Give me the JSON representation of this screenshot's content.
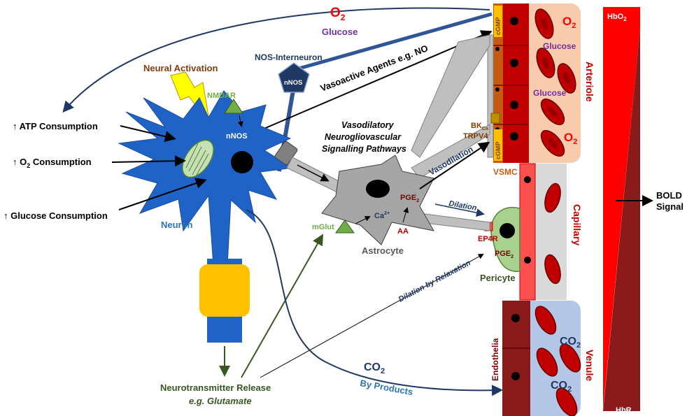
{
  "labels": {
    "o2_top": "O",
    "o2_top_sub": "2",
    "glucose_top": "Glucose",
    "nos_interneuron": "NOS-Interneuron",
    "nnos_pentagon": "nNOS",
    "neural_activation": "Neural Activation",
    "nmdar": "NMDAR",
    "nnos_neuron": "nNOS",
    "vasoactive": "Vasoactive Agents e.g. NO",
    "vasodilatory_1": "Vasodilatory",
    "vasodilatory_2": "Neurogliovascular",
    "vasodilatory_3": "Signalling Pathways",
    "atp": "↑ ATP Consumption",
    "o2_consumption_pre": "↑ O",
    "o2_consumption_sub": "2",
    "o2_consumption_post": " Consumption",
    "glucose_consumption": "↑ Glucose Consumption",
    "neuron": "Neuron",
    "astrocyte": "Astrocyte",
    "mglut": "mGlut",
    "ca": "Ca",
    "ca_sup": "2+",
    "pge2_astro": "PGE",
    "pge2_astro_sub": "2",
    "aa": "AA",
    "vasodilation": "Vasodilation",
    "dilation": "Dilation",
    "ep4r": "EP4R",
    "pge2_peri": "PGE",
    "pge2_peri_sub": "2",
    "pericyte": "Pericyte",
    "dilation_relax": "Dilation by Relaxation",
    "vsmc": "VSMC",
    "bk": "BK",
    "bk_sub": "Ca",
    "trpv4": "TRPV4",
    "cgmp_top": "cGMP",
    "cgmp_bottom": "cGMP",
    "o2_art1": "O",
    "o2_art1_sub": "2",
    "glucose_art1": "Glucose",
    "glucose_art2": "Glucose",
    "o2_art2": "O",
    "o2_art2_sub": "2",
    "arteriole": "Arteriole",
    "capillary": "Capillary",
    "endothelia": "Endothelia",
    "venule": "Venule",
    "co2_ven1": "CO",
    "co2_ven1_sub": "2",
    "co2_ven2": "CO",
    "co2_ven2_sub": "2",
    "hbo2": "HbO",
    "hbo2_sub": "2",
    "hbr": "HbR",
    "bold_1": "BOLD",
    "bold_2": "Signal",
    "co2_main": "CO",
    "co2_main_sub": "2",
    "by_products": "By Products",
    "nt_release": "Neurotransmitter Release",
    "nt_example": "e.g. Glutamate"
  },
  "colors": {
    "neuron": "#1f63c6",
    "astrocyte": "#a6a6a6",
    "pericyte": "#a9d18e",
    "arteriole_bg": "#f8cbad",
    "venule_bg": "#b4c7e7",
    "vessel_wall": "#c00000",
    "rbc": "#c00000",
    "hbo2": "#ff0000",
    "hbr": "#8b1a1a",
    "glucose": "#7030a0",
    "nt": "#385723"
  }
}
